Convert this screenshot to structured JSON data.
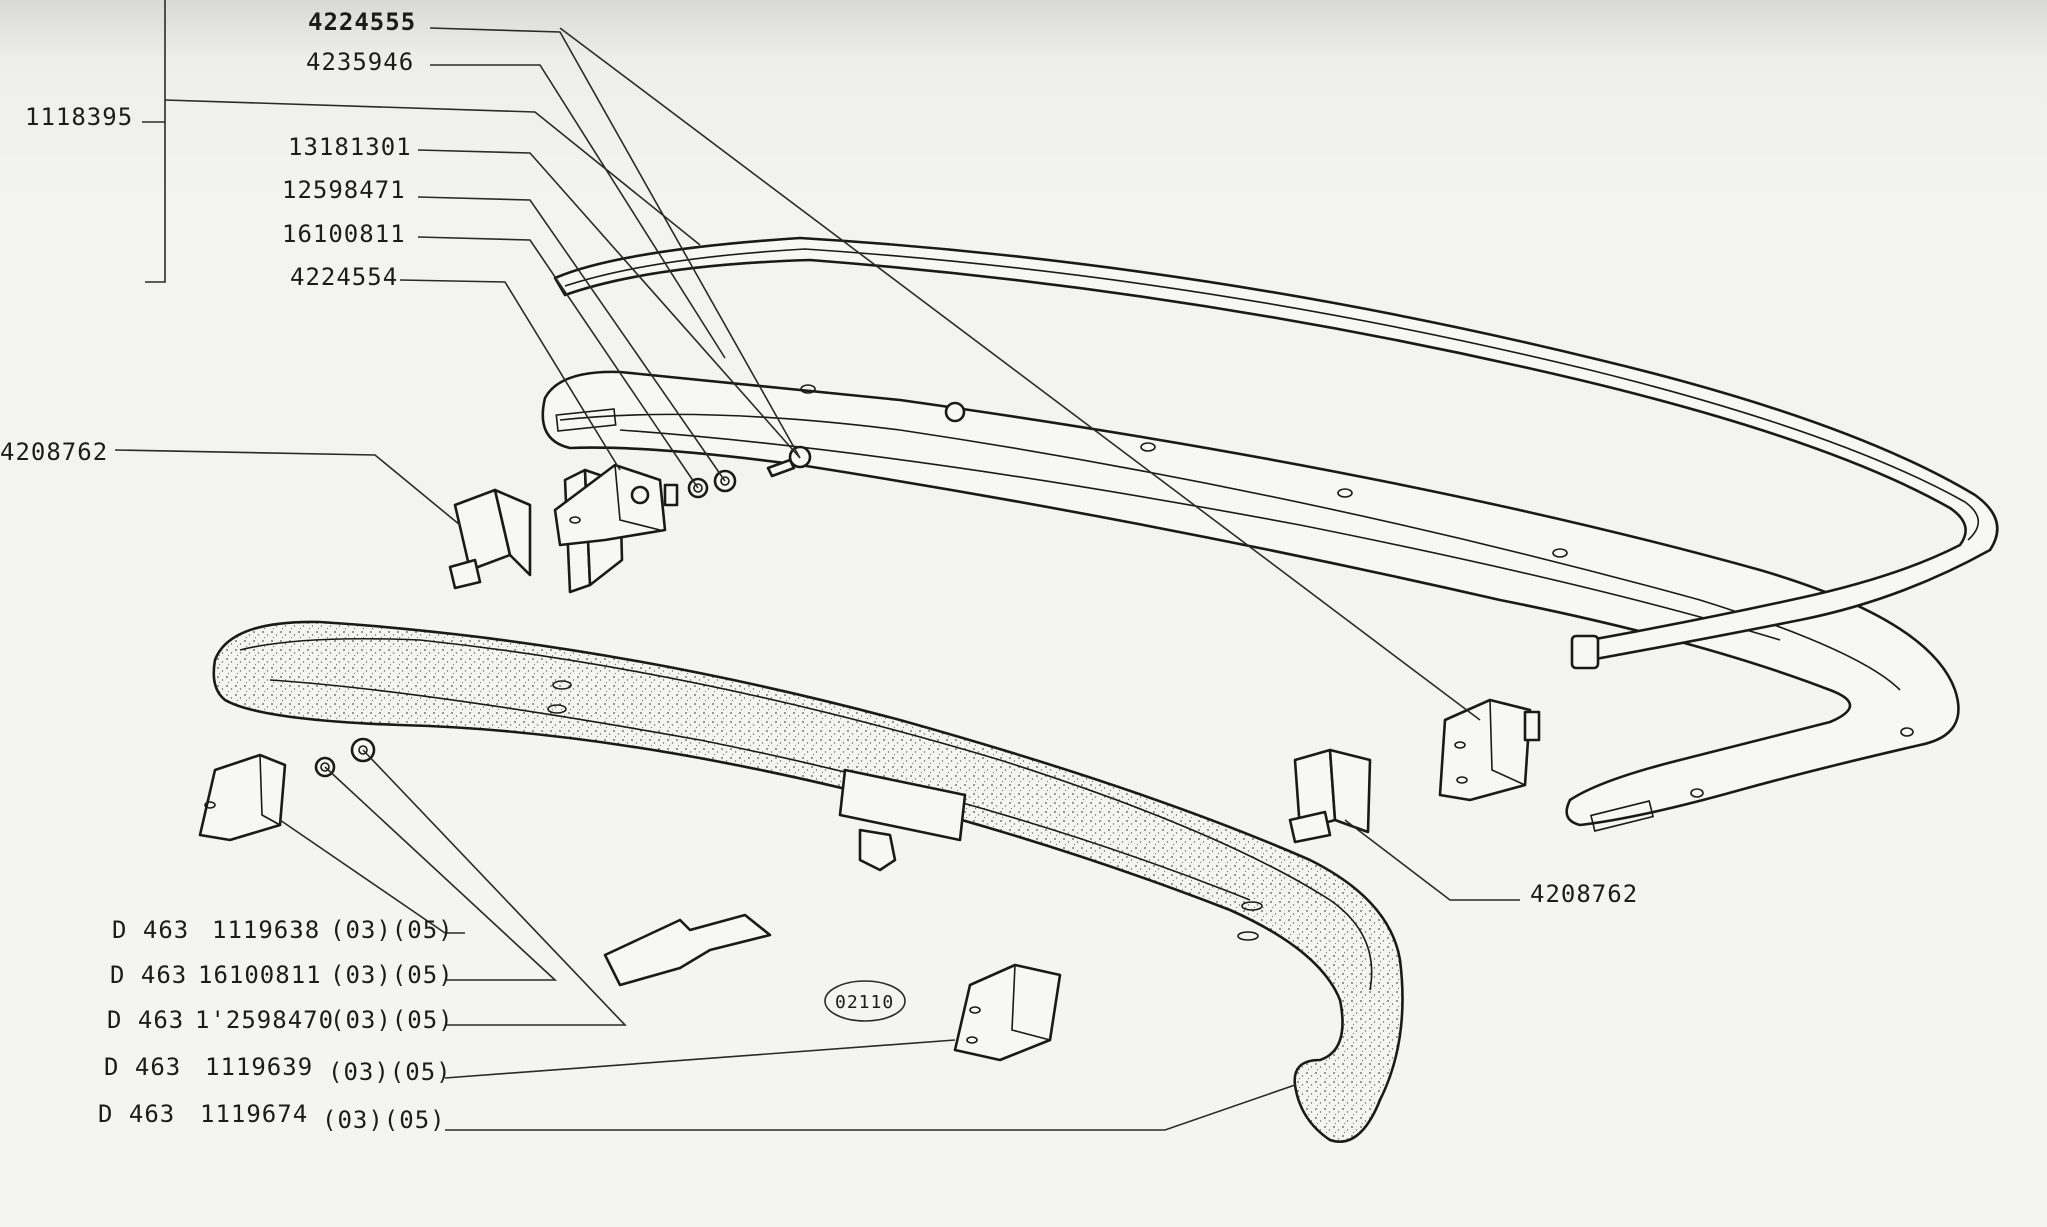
{
  "top_labels": {
    "p4224555": "4224555",
    "p4235946": "4235946",
    "p1118395": "1118395",
    "p13181301": "13181301",
    "p12598471": "12598471",
    "p16100811": "16100811",
    "p4224554": "4224554",
    "p4208762_left": "4208762",
    "p4208762_right": "4208762"
  },
  "bottom_rows": [
    {
      "prefix": "D 463",
      "part": "1119638",
      "codes": "(03)(05)"
    },
    {
      "prefix": "D 463",
      "part": "16100811",
      "codes": "(03)(05)"
    },
    {
      "prefix": "D 463",
      "part": "1'2598470",
      "codes": "(03)(05)"
    },
    {
      "prefix": "D 463",
      "part": "1119639",
      "codes": "(03)(05)"
    },
    {
      "prefix": "D 463",
      "part": "1119674",
      "codes": "(03)(05)"
    }
  ],
  "figure_code": "02110"
}
